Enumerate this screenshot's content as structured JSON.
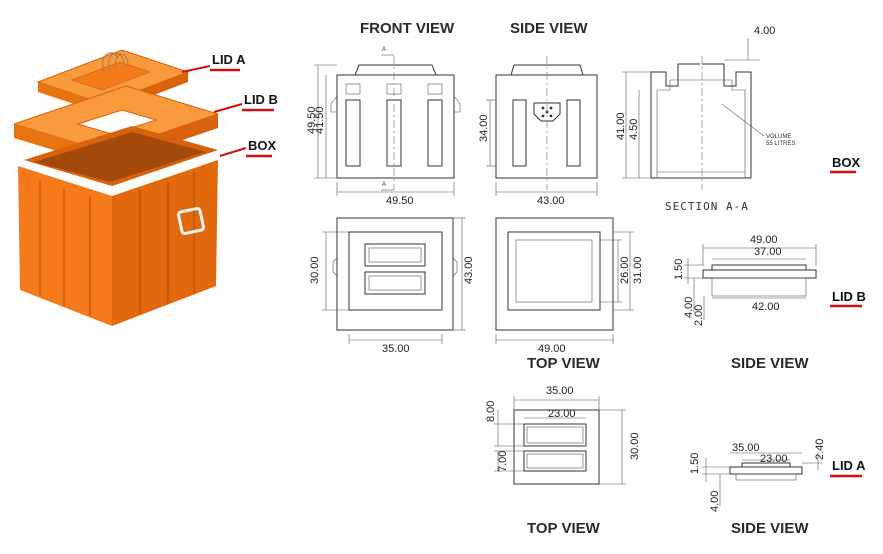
{
  "colors": {
    "orange": "#f47a1c",
    "orange_dark": "#d9620d",
    "orange_light": "#f99a3c",
    "tag_underline": "#d01010"
  },
  "labels": {
    "lid_a": "LID A",
    "lid_b": "LID B",
    "box": "BOX",
    "box_right": "BOX",
    "lid_b_right": "LID B",
    "lid_a_right": "LID A"
  },
  "views": {
    "front_view": "FRONT VIEW",
    "side_view": "SIDE VIEW",
    "section": "SECTION A-A",
    "top_view_1": "TOP VIEW",
    "side_view_2": "SIDE VIEW",
    "top_view_2": "TOP VIEW",
    "side_view_3": "SIDE VIEW"
  },
  "section_marker": "A",
  "note": {
    "line1": "VOLUME",
    "line2": "55 LITRES"
  },
  "dims": {
    "front_height_outer": "49.50",
    "front_height_inner": "41.50",
    "front_width": "49.50",
    "side_height": "34.00",
    "side_width": "43.00",
    "section_top": "4.00",
    "section_height": "41.00",
    "section_offset": "4.50",
    "top_box_height": "30.00",
    "top_box_depth": "43.00",
    "top_box_width": "35.00",
    "top2_h1": "26.00",
    "top2_h2": "31.00",
    "top2_width": "49.00",
    "lidb_w1": "49.00",
    "lidb_w2": "37.00",
    "lidb_h": "1.50",
    "lidb_t1": "4.00",
    "lidb_t2": "2.00",
    "lidb_w3": "42.00",
    "lida_top_w": "35.00",
    "lida_inner_w": "23.00",
    "lida_gap": "8.00",
    "lida_h": "7.00",
    "lida_total_h": "30.00",
    "lida_side_w1": "35.00",
    "lida_side_w2": "23.00",
    "lida_side_h1": "1.50",
    "lida_side_h2": "2.40",
    "lida_side_t": "4.00"
  }
}
